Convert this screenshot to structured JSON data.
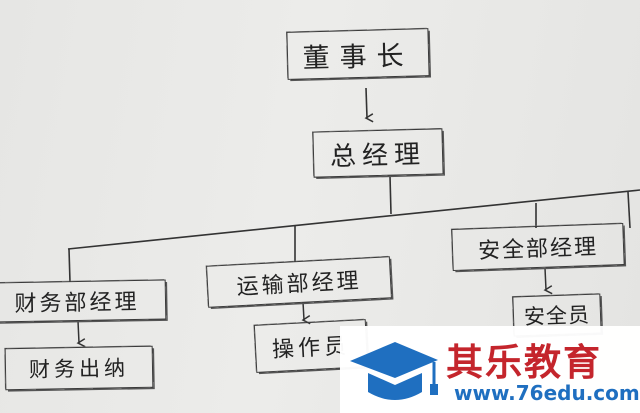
{
  "org_chart": {
    "chairman": "董事长",
    "general_manager": "总经理",
    "departments": [
      {
        "manager": "财务部经理",
        "subordinate": "财务出纳"
      },
      {
        "manager": "运输部经理",
        "subordinate": "操作员"
      },
      {
        "manager": "安全部经理",
        "subordinate": "安全员"
      }
    ]
  },
  "watermark": {
    "brand_name": "其乐教育",
    "url": "www.76edu.com",
    "brand_color": "#c4252c",
    "logo_color": "#1f6fc0",
    "logo_icon": "graduation-cap-icon"
  },
  "colors": {
    "paper": "#e8e8e6",
    "ink": "#333333"
  }
}
